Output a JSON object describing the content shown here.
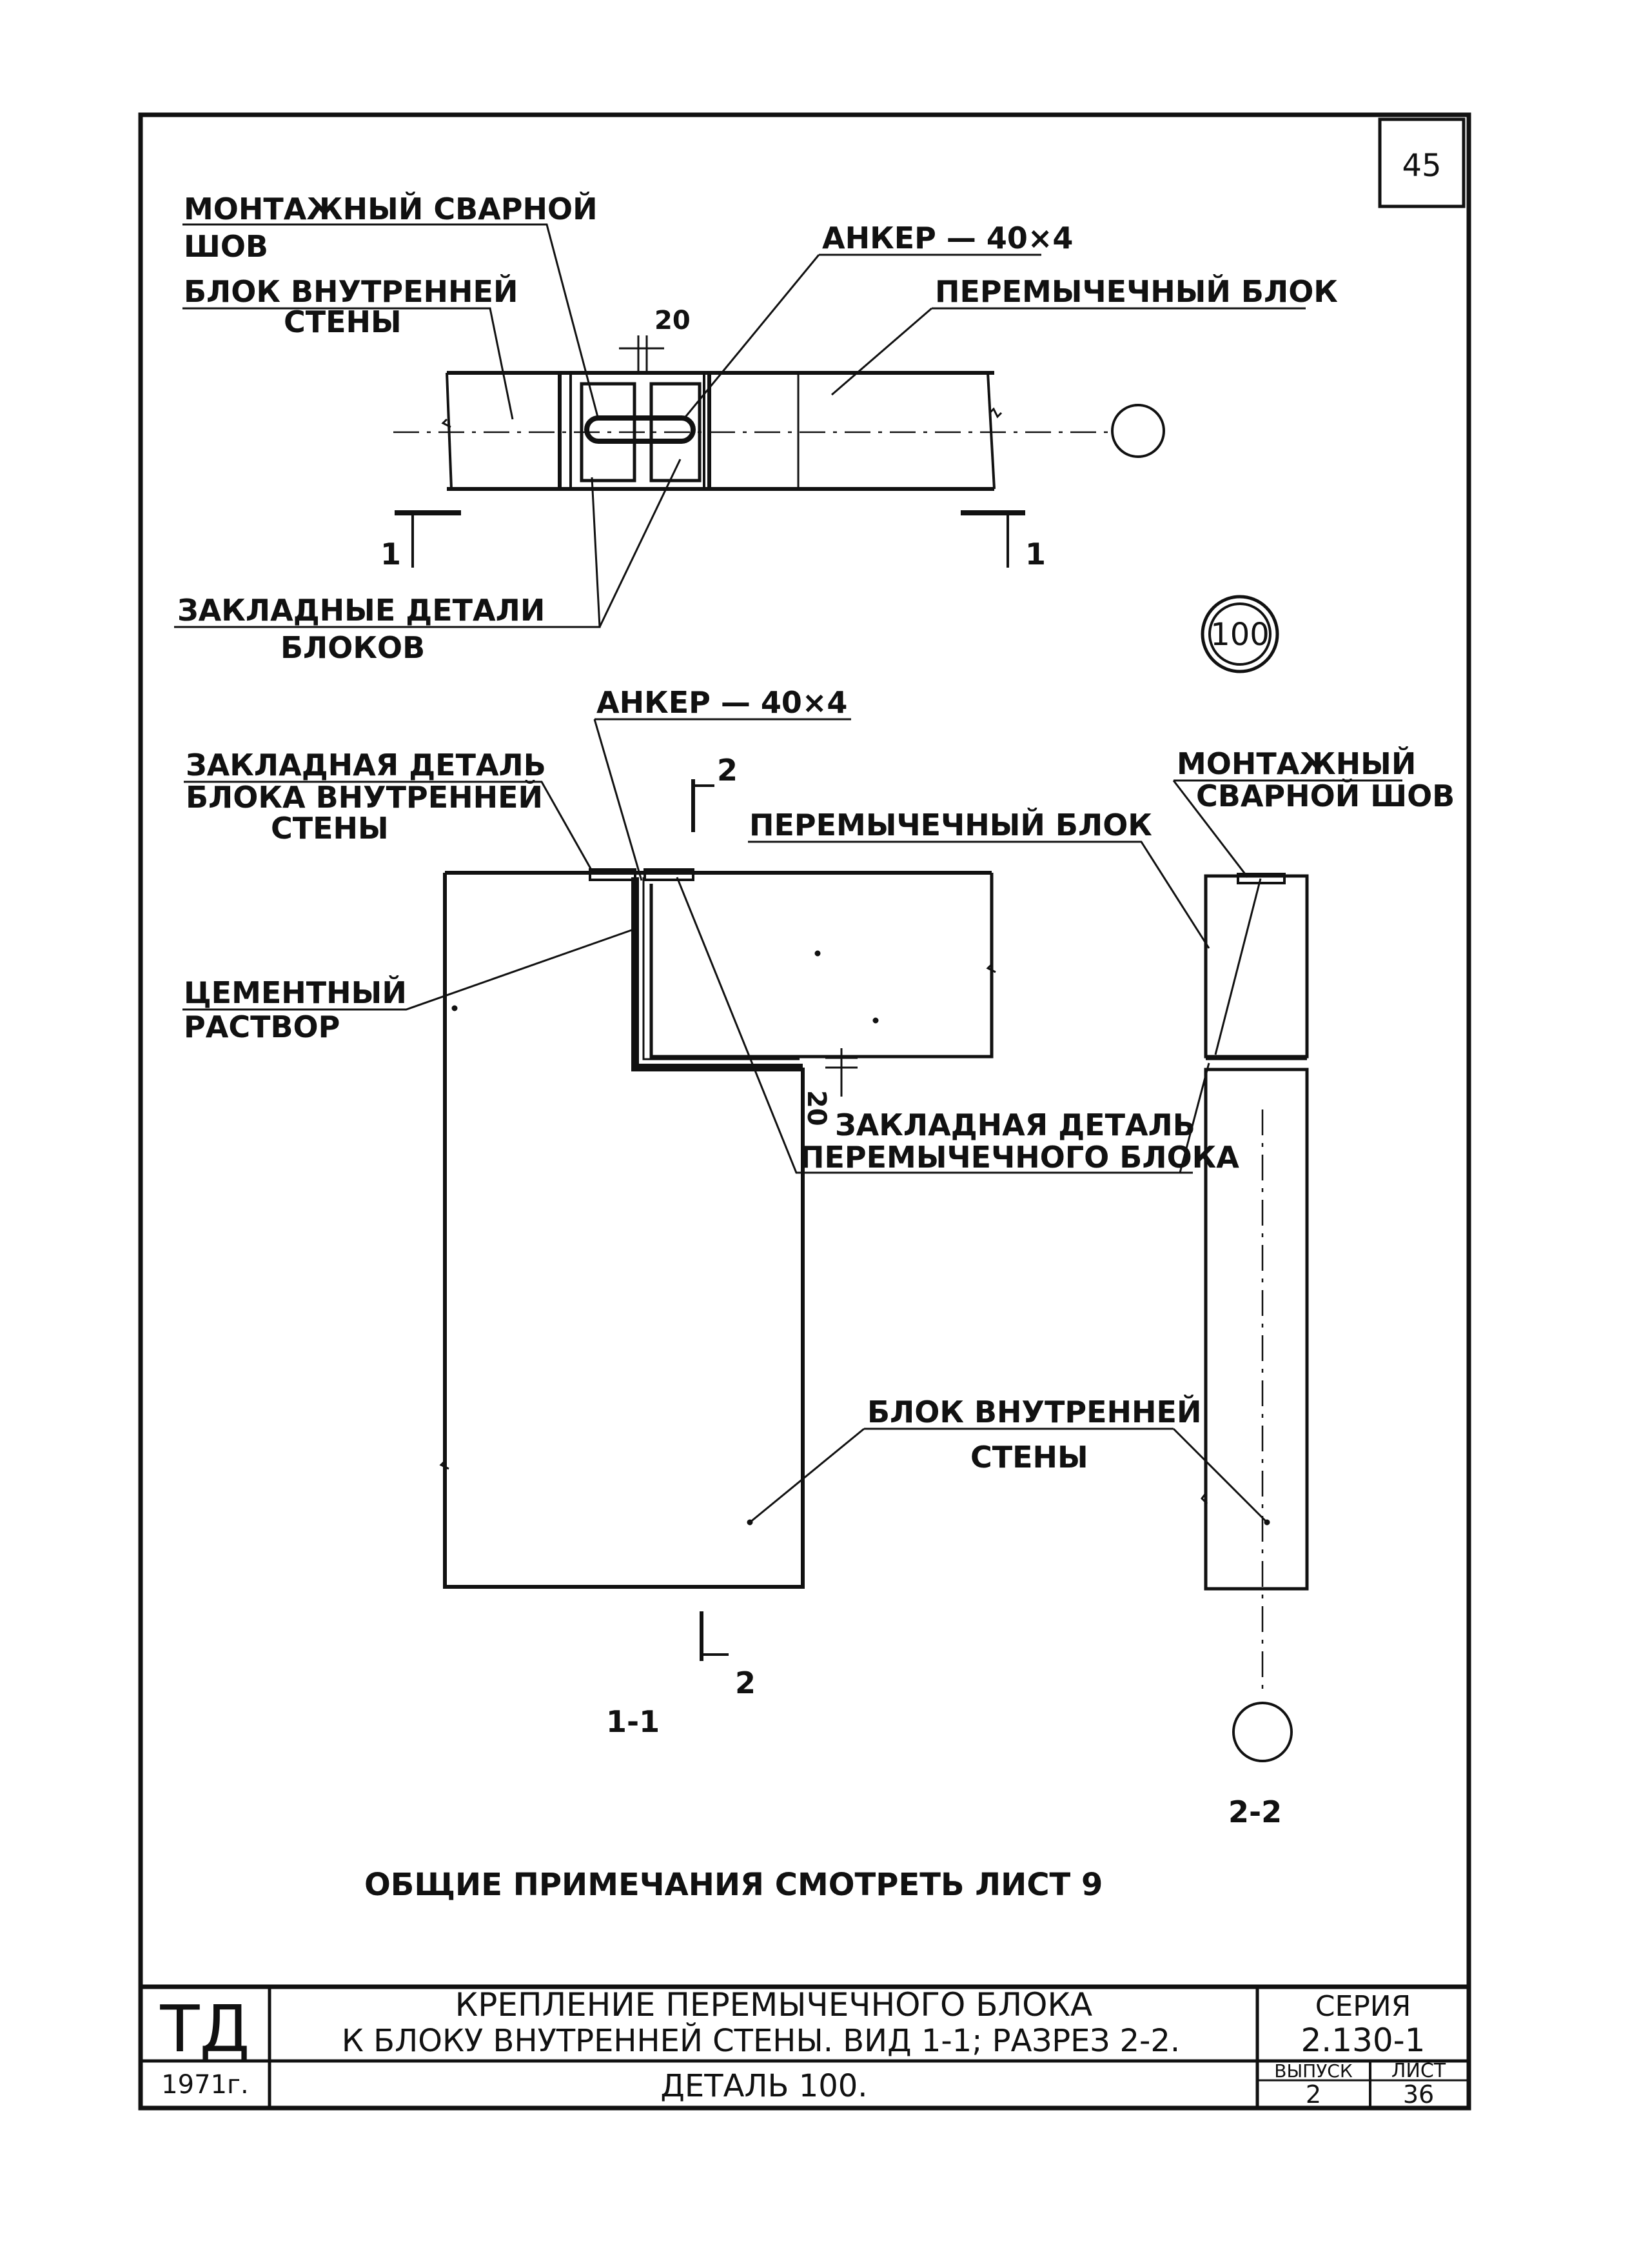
{
  "sheet_number": "45",
  "detail_mark": "100",
  "plan": {
    "weld_label_1": "МОНТАЖНЫЙ СВАРНОЙ",
    "weld_label_2": "ШОВ",
    "inner_block_label_1": "БЛОК ВНУТРЕННЕЙ",
    "inner_block_label_2": "СТЕНЫ",
    "anchor_label": "АНКЕР — 40×4",
    "lintel_block_label": "ПЕРЕМЫЧЕЧНЫЙ БЛОК",
    "dimension_gap": "20",
    "embedded_parts_label_1": "ЗАКЛАДНЫЕ ДЕТАЛИ",
    "embedded_parts_label_2": "БЛОКОВ",
    "section_mark_left": "1",
    "section_mark_right": "1"
  },
  "view_1_1": {
    "anchor_label": "АНКЕР — 40×4",
    "embedded_detail_label_1": "ЗАКЛАДНАЯ ДЕТАЛЬ",
    "embedded_detail_label_2": "БЛОКА ВНУТРЕННЕЙ",
    "embedded_detail_label_3": "СТЕНЫ",
    "cut_mark_top": "2",
    "lintel_block_label": "ПЕРЕМЫЧЕЧНЫЙ БЛОК",
    "mortar_label_1": "ЦЕМЕНТНЫЙ",
    "mortar_label_2": "РАСТВОР",
    "dimension_gap": "20",
    "lintel_embedded_label_1": "ЗАКЛАДНАЯ ДЕТАЛЬ",
    "lintel_embedded_label_2": "ПЕРЕМЫЧЕЧНОГО БЛОКА",
    "inner_block_label_1": "БЛОК ВНУТРЕННЕЙ",
    "inner_block_label_2": "СТЕНЫ",
    "cut_mark_bottom": "2",
    "view_title": "1-1"
  },
  "section_2_2": {
    "weld_label_1": "МОНТАЖНЫЙ",
    "weld_label_2": "СВАРНОЙ ШОВ",
    "section_title": "2-2"
  },
  "general_note": "ОБЩИЕ ПРИМЕЧАНИЯ СМОТРЕТЬ ЛИСТ 9",
  "title_block": {
    "org": "ТД",
    "year": "1971г.",
    "title_line_1": "КРЕПЛЕНИЕ ПЕРЕМЫЧЕЧНОГО БЛОКА",
    "title_line_2": "К БЛОКУ ВНУТРЕННЕЙ СТЕНЫ. ВИД 1-1; РАЗРЕЗ 2-2.",
    "detail_name": "ДЕТАЛЬ 100.",
    "series_label": "СЕРИЯ",
    "series_value": "2.130-1",
    "issue_label": "ВЫПУСК",
    "issue_value": "2",
    "sheet_label": "ЛИСТ",
    "sheet_value": "36"
  }
}
